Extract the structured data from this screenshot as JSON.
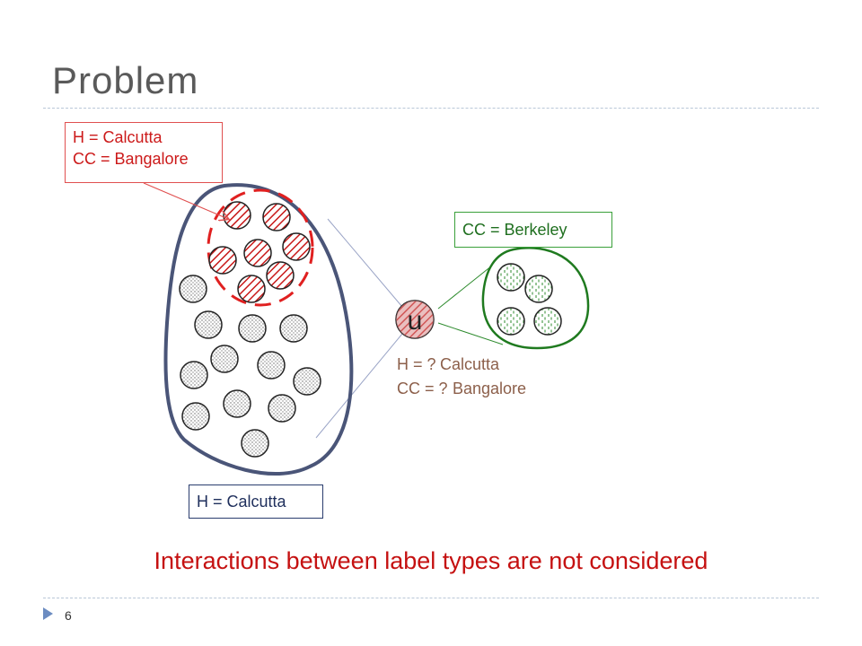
{
  "slide": {
    "title": "Problem",
    "page_number": "6",
    "caption": "Interactions between label types are not considered"
  },
  "callouts": {
    "red_h": "H = Calcutta",
    "red_cc": "CC = Bangalore",
    "green_cc": "CC = Berkeley",
    "blue_h": "H = Calcutta"
  },
  "node_u": {
    "label": "u",
    "question_h": "H = ?",
    "question_cc": "CC = ?",
    "overlay_h": "Calcutta",
    "overlay_cc": "Bangalore"
  },
  "colors": {
    "red": "#cc1a1a",
    "green": "#1f7a1f",
    "navy": "#4a5578",
    "brown": "#8c5f4a"
  }
}
